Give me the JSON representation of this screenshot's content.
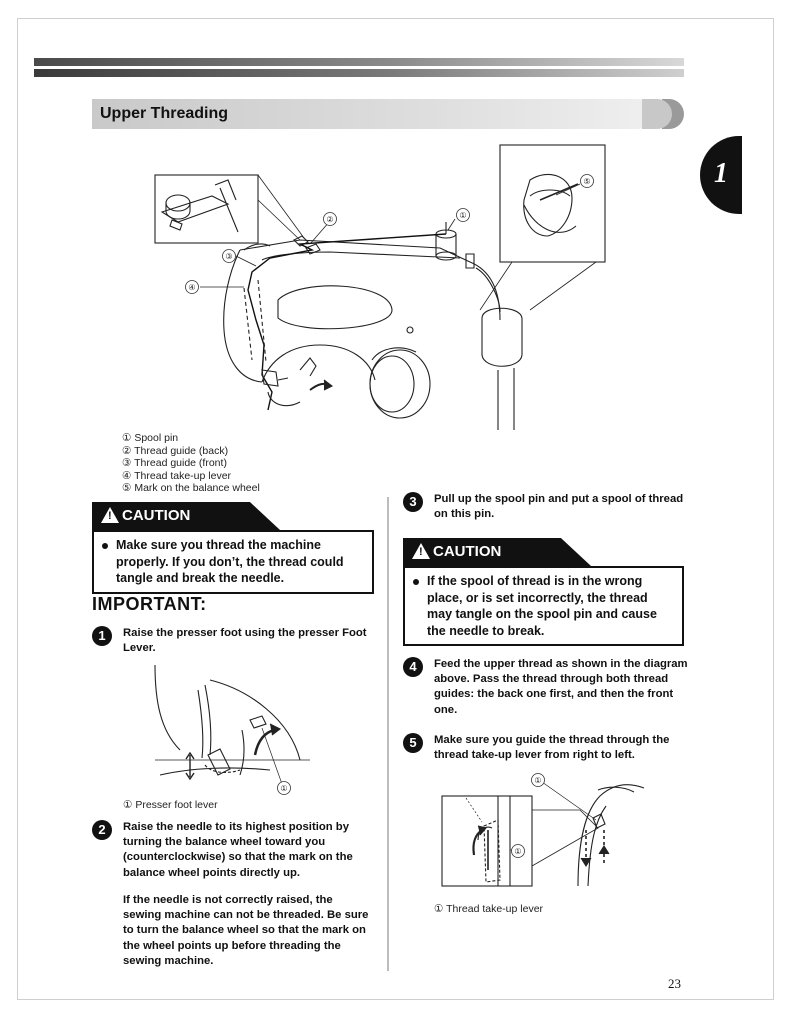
{
  "section_title": "Upper Threading",
  "chapter_number": "1",
  "page_number": "23",
  "main_figure": {
    "callouts": [
      "①",
      "②",
      "③",
      "④",
      "⑤"
    ],
    "legend": [
      "① Spool pin",
      "② Thread guide (back)",
      "③ Thread guide (front)",
      "④ Thread take-up lever",
      "⑤ Mark on the balance wheel"
    ]
  },
  "caution_left": {
    "label": "CAUTION",
    "text": "Make sure you thread the machine properly. If you don’t, the thread could tangle and break the needle."
  },
  "important_heading": "IMPORTANT:",
  "step1": {
    "num": "1",
    "text": "Raise the presser foot using the presser Foot Lever."
  },
  "fig1": {
    "callout": "①",
    "caption": "① Presser foot lever"
  },
  "step2": {
    "num": "2",
    "text": "Raise the needle to its highest position by turning the balance wheel toward you (counterclockwise) so that the mark on the balance wheel points directly up.",
    "note": "If the needle is not correctly raised, the sewing machine can not be threaded. Be sure to turn the balance wheel so that the mark on the wheel points up before threading the sewing machine."
  },
  "step3": {
    "num": "3",
    "text": "Pull up the spool pin and put a spool of thread on this pin."
  },
  "caution_right": {
    "label": "CAUTION",
    "text": "If the spool of thread is in the wrong place, or is set incorrectly, the thread may tangle on the spool pin and cause the needle to break."
  },
  "step4": {
    "num": "4",
    "text": "Feed the upper thread as shown in the diagram above. Pass the thread through both thread guides: the back one first, and then the front one."
  },
  "step5": {
    "num": "5",
    "text": "Make sure you guide the thread through the thread take-up lever from right to left."
  },
  "fig5": {
    "callout": "①",
    "caption": "① Thread take-up lever"
  }
}
